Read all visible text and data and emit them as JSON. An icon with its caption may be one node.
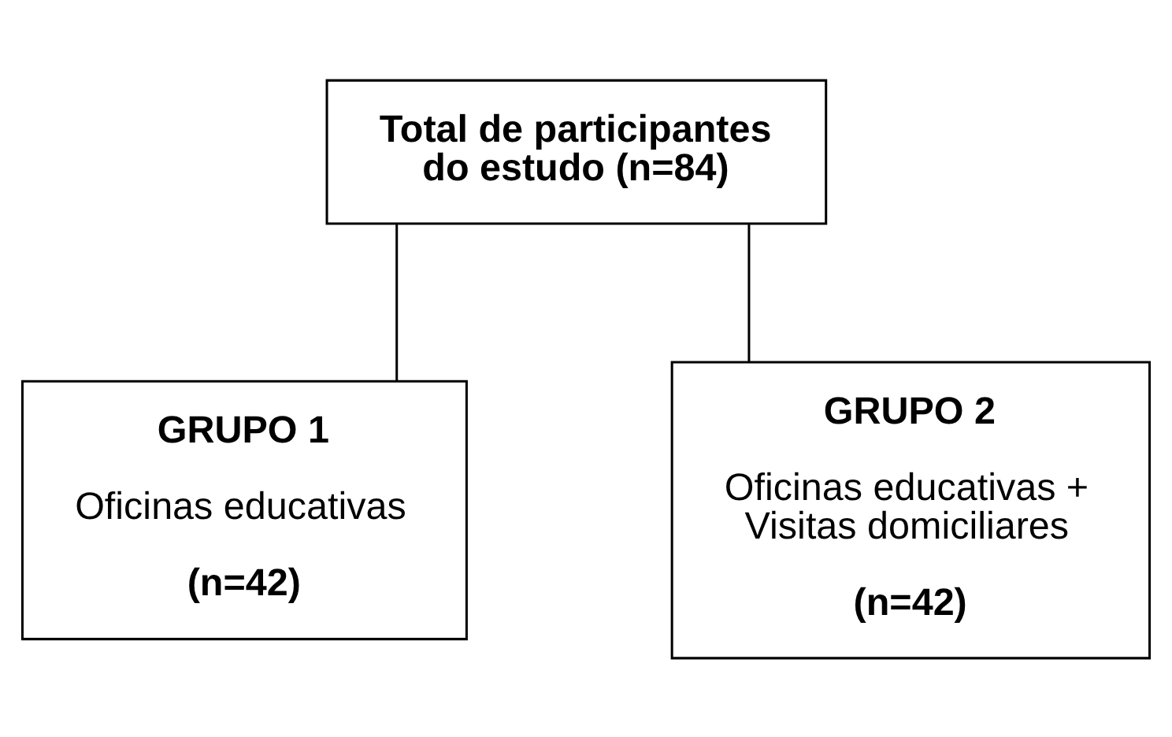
{
  "diagram": {
    "nodes": [
      {
        "text": [
          "Total de participantes do estudo (n=84)"
        ]
      },
      {
        "text": [
          "GRUPO 1",
          "Oficinas educativas",
          "(n=42)"
        ]
      },
      {
        "text": [
          "GRUPO 2",
          "Oficinas educativas + Visitas domiciliares",
          "(n=42)"
        ]
      }
    ],
    "edges": [
      {
        "from": 0,
        "to": 1,
        "arrow": "none"
      },
      {
        "from": 0,
        "to": 2,
        "arrow": "none"
      }
    ]
  }
}
